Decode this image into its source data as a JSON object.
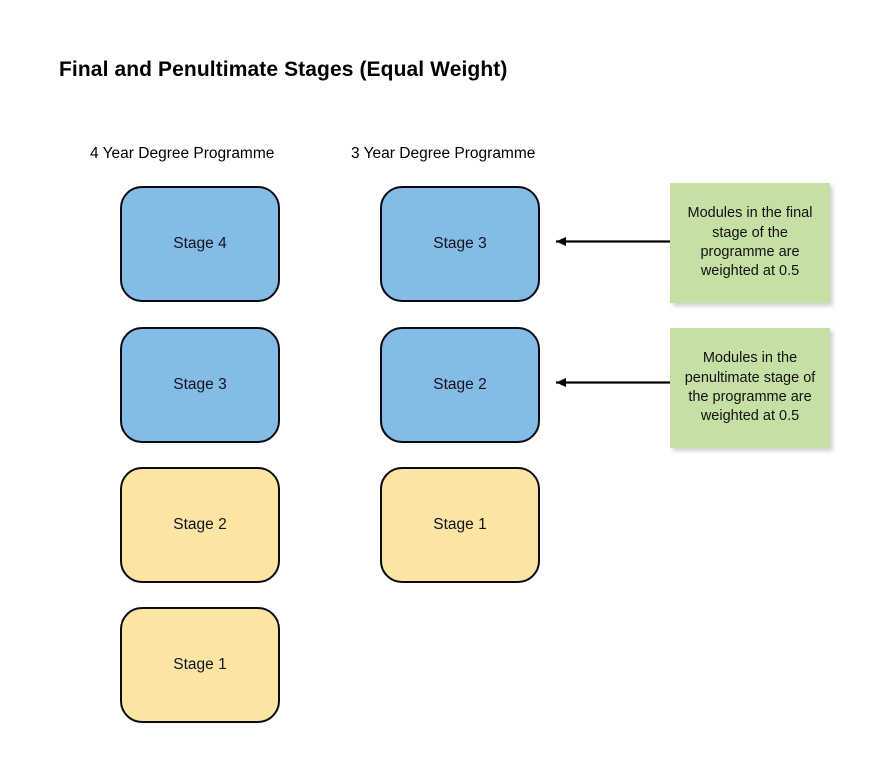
{
  "page": {
    "title": "Final and Penultimate Stages (Equal Weight)",
    "background_color": "#ffffff"
  },
  "colors": {
    "final_stage_fill": "#85BCE6",
    "penultimate_stage_fill": "#85BCE6",
    "normal_stage_fill": "#FCE5A2",
    "note_fill": "#C5E0A5",
    "box_border": "#0b0b14",
    "arrow": "#000000",
    "text": "#111111"
  },
  "columns": [
    {
      "id": "four-year",
      "header": "4 Year Degree Programme",
      "stages": [
        {
          "label": "Stage 4",
          "kind": "final"
        },
        {
          "label": "Stage 3",
          "kind": "penultimate"
        },
        {
          "label": "Stage 2",
          "kind": "normal"
        },
        {
          "label": "Stage 1",
          "kind": "normal"
        }
      ]
    },
    {
      "id": "three-year",
      "header": "3 Year Degree Programme",
      "stages": [
        {
          "label": "Stage 3",
          "kind": "final"
        },
        {
          "label": "Stage 2",
          "kind": "penultimate"
        },
        {
          "label": "Stage 1",
          "kind": "normal"
        }
      ]
    }
  ],
  "notes": [
    {
      "id": "final-note",
      "text": "Modules in the final stage of the programme are weighted at 0.5",
      "points_to": "Stage 3"
    },
    {
      "id": "penultimate-note",
      "text": "Modules in the penultimate stage of the programme are weighted at 0.5",
      "points_to": "Stage 2"
    }
  ],
  "arrows": [
    {
      "id": "arrow-final",
      "from": "final-note",
      "to": "three-year-stage-final",
      "direction": "right-to-left"
    },
    {
      "id": "arrow-penultimate",
      "from": "penultimate-note",
      "to": "three-year-stage-penultimate",
      "direction": "right-to-left"
    }
  ]
}
